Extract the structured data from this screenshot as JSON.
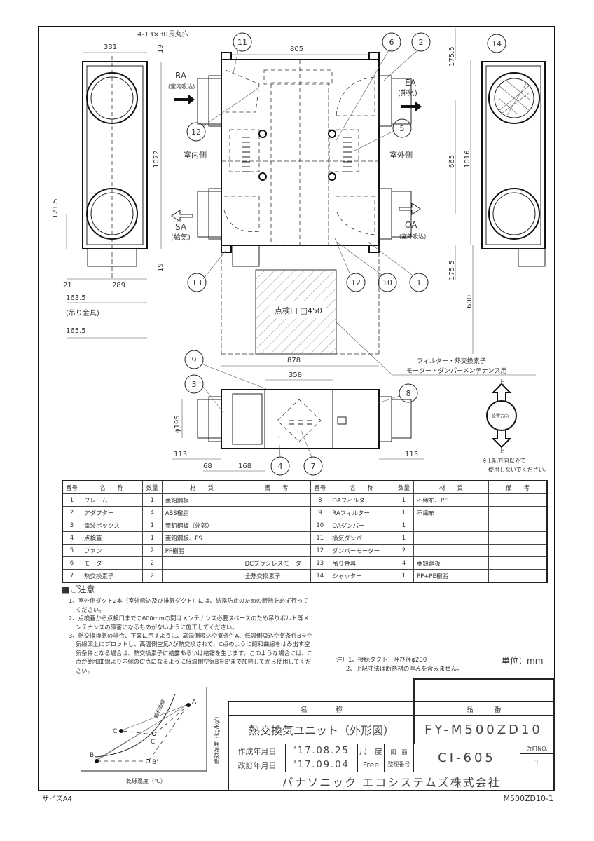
{
  "sheet": {
    "size_label": "サイズA4",
    "sheet_code": "M500ZD10-1"
  },
  "drawing": {
    "slot_note": "4-13×30長丸穴",
    "dims": {
      "w805": "805",
      "w331": "331",
      "h19a": "19",
      "h19b": "19",
      "h1072": "1072",
      "h121": "121.5",
      "w21": "21",
      "w289": "289",
      "w163": "163.5",
      "hanger": "(吊り金具)",
      "w165": "165.5",
      "h175a": "175.5",
      "h665": "665",
      "h1016": "1016",
      "h175b": "175.5",
      "h600": "600",
      "w878": "878",
      "w358": "358",
      "d195": "φ195",
      "w113a": "113",
      "w113b": "113",
      "w68": "68",
      "w168": "168"
    },
    "ports": {
      "ra": "RA",
      "ra_sub": "(室内吸込)",
      "ea": "EA",
      "ea_sub": "(排気)",
      "sa": "SA",
      "sa_sub": "(給気)",
      "oa": "OA",
      "oa_sub": "(室外吸込)",
      "indoor": "室内側",
      "outdoor": "室外側"
    },
    "inspection": "点検口 □450",
    "maintenance_1": "フィルター・熱交換素子",
    "maintenance_2": "モーター・ダンパーメンテナンス用",
    "balloons": [
      "11",
      "6",
      "2",
      "14",
      "12",
      "5",
      "13",
      "12",
      "10",
      "1",
      "9",
      "3",
      "8",
      "4",
      "7"
    ],
    "orientation": {
      "up1": "上",
      "up2": "上",
      "label": "設置方向",
      "note1": "※上記方向以外で",
      "note2": "使用しないでください。"
    }
  },
  "parts_table": {
    "headers": [
      "番号",
      "名　　称",
      "数量",
      "材　　質",
      "備　　考"
    ],
    "left": [
      [
        "1",
        "フレーム",
        "1",
        "亜鉛鋼板",
        ""
      ],
      [
        "2",
        "アダプター",
        "4",
        "ABS樹脂",
        ""
      ],
      [
        "3",
        "電装ボックス",
        "1",
        "亜鉛鋼板（外郭）",
        ""
      ],
      [
        "4",
        "点検蓋",
        "1",
        "亜鉛鋼板、PS",
        ""
      ],
      [
        "5",
        "ファン",
        "2",
        "PP樹脂",
        ""
      ],
      [
        "6",
        "モーター",
        "2",
        "",
        "DCブラシレスモーター"
      ],
      [
        "7",
        "熱交換素子",
        "2",
        "",
        "全熱交換素子"
      ]
    ],
    "right": [
      [
        "8",
        "OAフィルター",
        "1",
        "不織布、PE",
        ""
      ],
      [
        "9",
        "RAフィルター",
        "1",
        "不織布",
        ""
      ],
      [
        "10",
        "OAダンパー",
        "1",
        "",
        ""
      ],
      [
        "11",
        "換気ダンパー",
        "1",
        "",
        ""
      ],
      [
        "12",
        "ダンパーモーター",
        "2",
        "",
        ""
      ],
      [
        "13",
        "吊り金具",
        "4",
        "亜鉛鋼板",
        ""
      ],
      [
        "14",
        "シャッター",
        "1",
        "PP+PE樹脂",
        ""
      ]
    ]
  },
  "notes": {
    "title": "■ご注意",
    "items": [
      "1、室外側ダクト2本（室外吸込及び排気ダクト）には、結露防止のための断熱を必ず行ってください。",
      "2、点検蓋から点検口までの600mmの間はメンテナンス必要スペースのため吊りボルト等メンテナンスの障害になるものがないように施工してください。",
      "3、熱交換換気の場合、下図に示すように、高温側吸込空気条件A、低温側吸込空気条件Bを空気線図上にプロットし、高温側空気Aが熱交換されて、C点のように飽和曲線をはみ出す空気条件となる場合は、熱交換素子に結露あるいは結霜を生じます。このような場合には、C点が飽和曲線より内側のC'点になるように低温側空気BをB'まで加熱してから使用してください。"
    ],
    "remark1": "注）1、接続ダクト：呼び径φ200",
    "remark2": "2、上記寸法は断熱材の厚みを含みません。",
    "unit": "単位：mm"
  },
  "psychro": {
    "xlabel": "乾球温度（℃）",
    "ylabel": "絶対湿度（kg/kg'）",
    "curve": "飽和曲線",
    "A": "A",
    "B": "B",
    "C": "C",
    "Cp": "C'",
    "Bp": "B'"
  },
  "title_block": {
    "name_header": "名　　　　称",
    "number_header": "品　　　番",
    "name": "熱交換気ユニット（外形図）",
    "model": "FY-M500ZD10",
    "created_label": "作成年月日",
    "created": "'17.08.25",
    "revised_label": "改訂年月日",
    "revised": "'17.09.04",
    "scale_label": "尺　度",
    "scale": "Free",
    "drawing_no_label1": "図　面",
    "drawing_no_label2": "整理番号",
    "drawing_no": "CI-605",
    "rev_label": "改訂NO.",
    "rev": "1",
    "company": "パナソニック エコシステムズ株式会社"
  }
}
